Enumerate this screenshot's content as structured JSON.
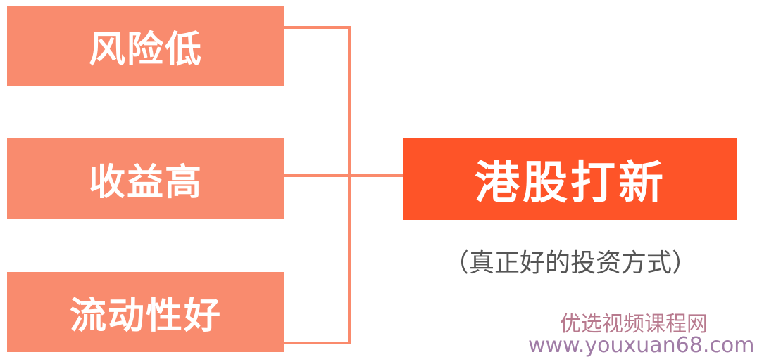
{
  "left_items": [
    "风险低",
    "收益高",
    "流动性好"
  ],
  "main": {
    "title": "港股打新",
    "subtitle": "（真正好的投资方式）"
  },
  "watermark": {
    "name": "优选视频课程网",
    "url": "www.youxuan68.com"
  },
  "colors": {
    "box": "#f98b6e",
    "main": "#fe5428",
    "line": "#fa8a6c"
  }
}
